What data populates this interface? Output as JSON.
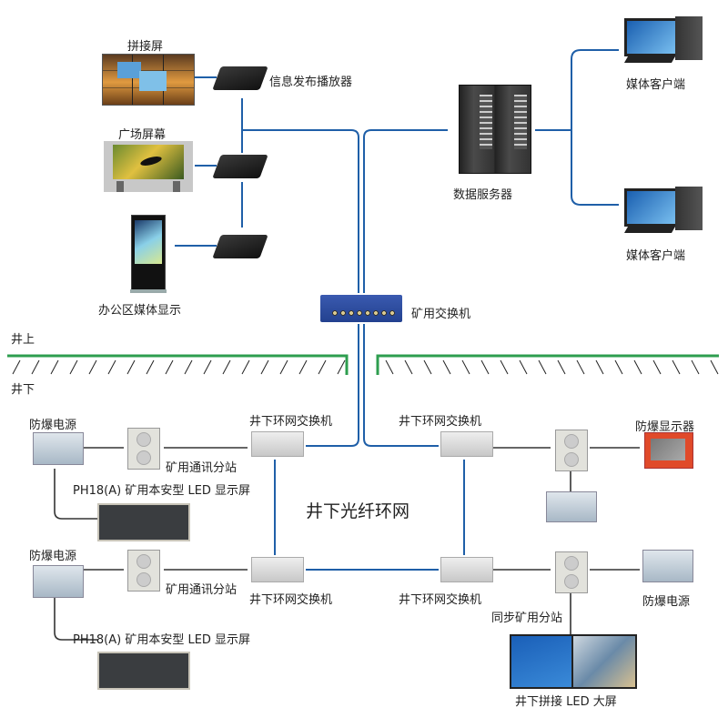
{
  "title": "矿用信息发布系统拓扑图",
  "zones": {
    "above": "井上",
    "below": "井下"
  },
  "surface": {
    "splice_screen": "拼接屏",
    "plaza_screen": "广场屏幕",
    "office_display": "办公区媒体显示",
    "info_player": "信息发布播放器",
    "data_server": "数据服务器",
    "media_client_1": "媒体客户端",
    "media_client_2": "媒体客户端",
    "mine_switch": "矿用交换机"
  },
  "underground": {
    "ring_label": "井下光纤环网",
    "ring_switch_tl": "井下环网交换机",
    "ring_switch_tr": "井下环网交换机",
    "ring_switch_bl": "井下环网交换机",
    "ring_switch_br": "井下环网交换机",
    "power_tl": "防爆电源",
    "power_bl": "防爆电源",
    "power_br": "防爆电源",
    "comm_station_t": "矿用通讯分站",
    "comm_station_b": "矿用通讯分站",
    "led_screen_t": "PH18(A) 矿用本安型 LED 显示屏",
    "led_screen_b": "PH18(A) 矿用本安型 LED 显示屏",
    "explosion_proof_display": "防爆显示器",
    "sync_station": "同步矿用分站",
    "underground_led_wall": "井下拼接 LED 大屏"
  },
  "colors": {
    "fiber": "#1f5fa8",
    "cable": "#333333",
    "ground": "#2e9e4f"
  }
}
